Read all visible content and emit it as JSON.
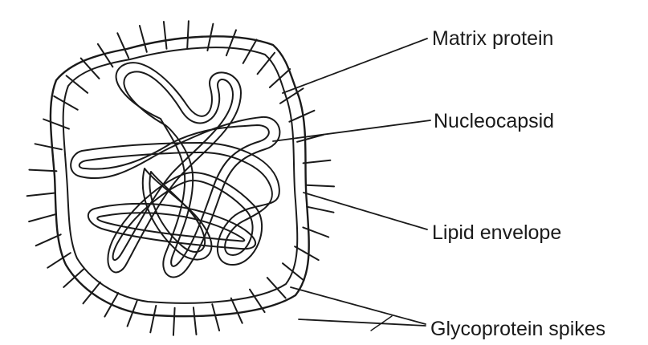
{
  "diagram": {
    "labels": {
      "matrix_protein": "Matrix protein",
      "nucleocapsid": "Nucleocapsid",
      "lipid_envelope": "Lipid envelope",
      "glycoprotein_spikes": "Glycoprotein spikes"
    },
    "colors": {
      "ink": "#1a1a1a",
      "background": "#ffffff"
    }
  }
}
